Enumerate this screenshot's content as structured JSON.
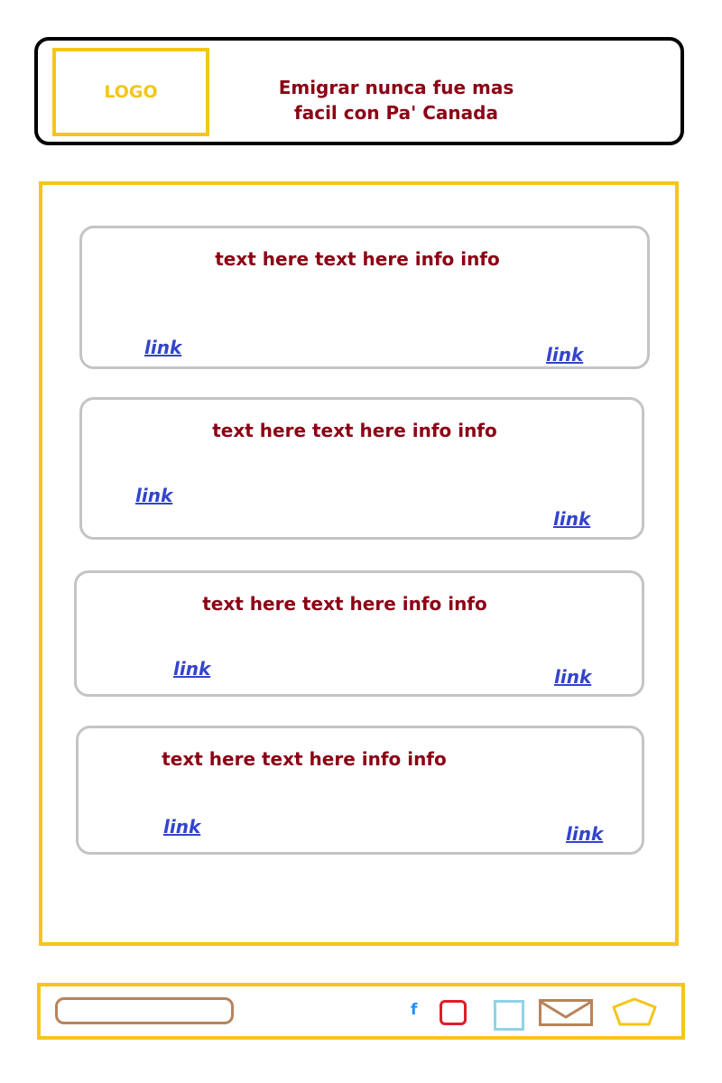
{
  "header": {
    "logo_label": "LOGO",
    "tagline_line1": "Emigrar nunca fue mas",
    "tagline_line2": "facil con Pa' Canada"
  },
  "cards": [
    {
      "text": "text here text here info info",
      "link_left": "link",
      "link_right": "link"
    },
    {
      "text": "text here text here info info",
      "link_left": "link",
      "link_right": "link"
    },
    {
      "text": "text here text here info info",
      "link_left": "link",
      "link_right": "link"
    },
    {
      "text": "text here text here info info",
      "link_left": "link",
      "link_right": "link"
    }
  ],
  "footer": {
    "facebook_glyph": "f",
    "icons": [
      "facebook-icon",
      "instagram-icon",
      "square-icon",
      "mail-icon",
      "pentagon-icon"
    ]
  },
  "colors": {
    "accent_yellow": "#f5c518",
    "text_dark_red": "#8b0014",
    "link_blue": "#3344cc",
    "card_border": "#c4c4c4"
  }
}
